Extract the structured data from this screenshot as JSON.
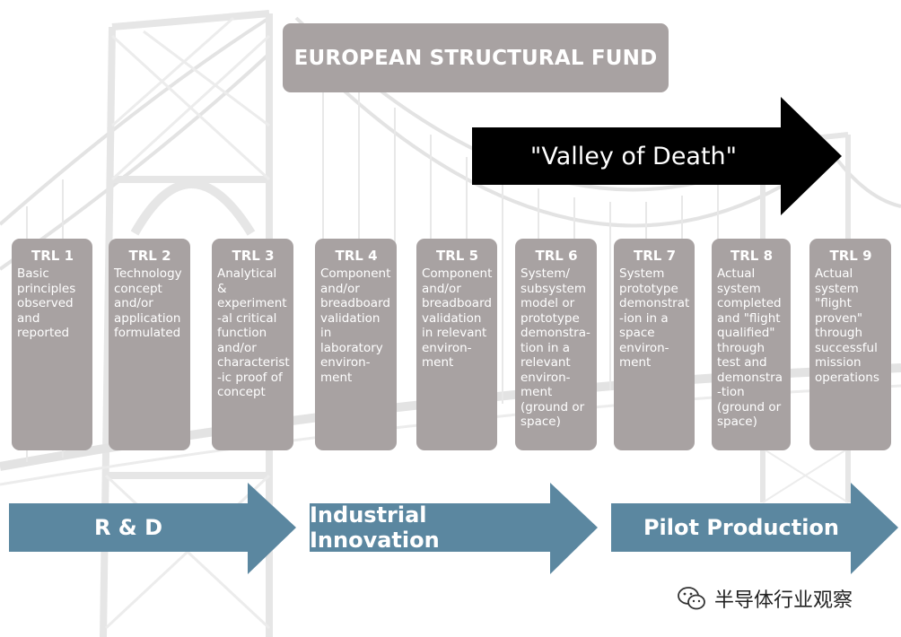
{
  "fund": {
    "label": "EUROPEAN STRUCTURAL FUND"
  },
  "valley": {
    "label": "\"Valley of Death\""
  },
  "trl_levels": [
    {
      "title": "TRL 1",
      "desc": "Basic\nprinciples\nobserved\nand\nreported"
    },
    {
      "title": "TRL 2",
      "desc": "Technology\nconcept\nand/or\napplication\nformulated"
    },
    {
      "title": "TRL 3",
      "desc": "Analytical\n&\nexperiment\n-al critical\nfunction\nand/or\ncharacterist\n-ic proof of\nconcept"
    },
    {
      "title": "TRL 4",
      "desc": "Component\nand/or\nbreadboard\nvalidation\nin\nlaboratory\nenviron-\nment"
    },
    {
      "title": "TRL 5",
      "desc": "Component\nand/or\nbreadboard\nvalidation\nin relevant\nenviron-\nment"
    },
    {
      "title": "TRL 6",
      "desc": "System/\nsubsystem\nmodel or\nprototype\ndemonstra-\ntion in a\nrelevant\nenviron-\nment\n(ground or\nspace)"
    },
    {
      "title": "TRL 7",
      "desc": "System\nprototype\ndemonstrat\n-ion in a\nspace\nenviron-\nment"
    },
    {
      "title": "TRL 8",
      "desc": "Actual\nsystem\ncompleted\nand \"flight\nqualified\"\nthrough\ntest and\ndemonstra\n-tion\n(ground or\nspace)"
    },
    {
      "title": "TRL 9",
      "desc": "Actual\nsystem\n\"flight\nproven\"\nthrough\nsuccessful\nmission\noperations"
    }
  ],
  "phases": [
    {
      "label": "R & D"
    },
    {
      "label": "Industrial Innovation"
    },
    {
      "label": "Pilot Production"
    }
  ],
  "watermark": {
    "text": "半导体行业观察",
    "icon": "wechat-icon"
  },
  "colors": {
    "box_gray": "#a8a2a2",
    "valley_black": "#000000",
    "phase_blue": "#5b87a0",
    "bridge_gray": "#e2e2e2"
  }
}
